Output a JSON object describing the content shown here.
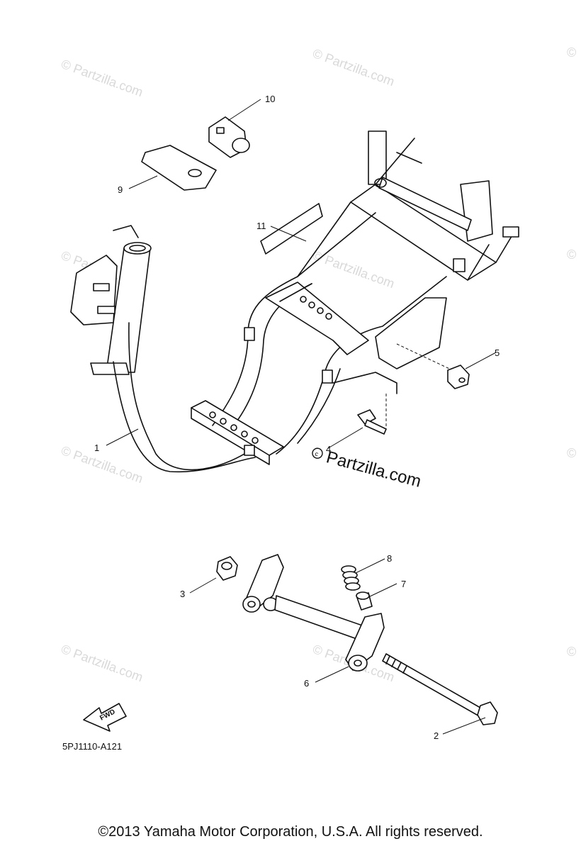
{
  "diagram": {
    "callouts": [
      {
        "id": "c1",
        "label": "1"
      },
      {
        "id": "c2",
        "label": "2"
      },
      {
        "id": "c3",
        "label": "3"
      },
      {
        "id": "c4",
        "label": "4"
      },
      {
        "id": "c5",
        "label": "5"
      },
      {
        "id": "c6",
        "label": "6"
      },
      {
        "id": "c7",
        "label": "7"
      },
      {
        "id": "c8",
        "label": "8"
      },
      {
        "id": "c9",
        "label": "9"
      },
      {
        "id": "c10",
        "label": "10"
      },
      {
        "id": "c11",
        "label": "11"
      }
    ],
    "fwd_label": "FWD",
    "diagram_code": "5PJ1110-A121",
    "watermark": "© Partzilla.com",
    "watermark_symbol": "©",
    "watermark_main": "Partzilla.com"
  },
  "footer": {
    "copyright": "©2013 Yamaha Motor Corporation, U.S.A. All rights reserved."
  }
}
